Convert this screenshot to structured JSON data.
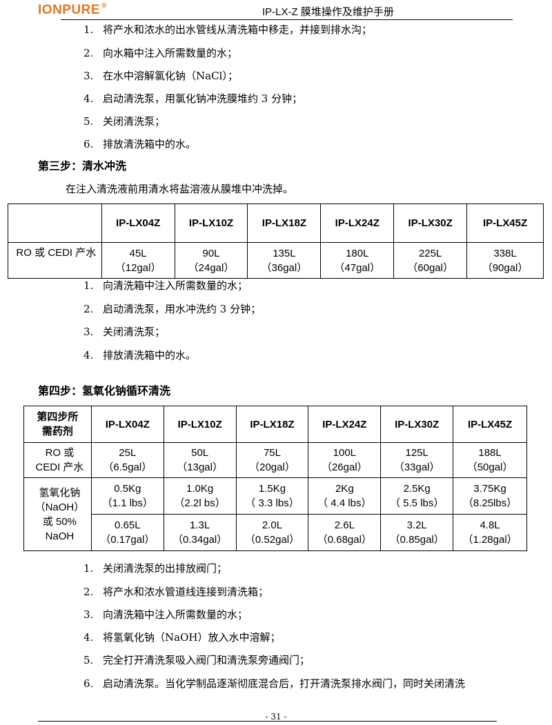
{
  "header": {
    "logo": "IONPURE",
    "logo_mark": "®",
    "title": "IP-LX-Z 膜堆操作及维护手册"
  },
  "steps_a": [
    {
      "num": "1.",
      "text": "将产水和浓水的出水管线从清洗箱中移走，并接到排水沟；"
    },
    {
      "num": "2.",
      "text": "向水箱中注入所需数量的水；"
    },
    {
      "num": "3.",
      "text": "在水中溶解氯化钠（NaCl）；"
    },
    {
      "num": "4.",
      "text": "启动清洗泵，用氯化钠冲洗膜堆约 3 分钟；"
    },
    {
      "num": "5.",
      "text": "关闭清洗泵；"
    },
    {
      "num": "6.",
      "text": "排放清洗箱中的水。"
    }
  ],
  "step3": {
    "title": "第三步：清水冲洗",
    "para": "在注入清洗液前用清水将盐溶液从膜堆中冲洗掉。"
  },
  "table1": {
    "headers": [
      "",
      "IP-LX04Z",
      "IP-LX10Z",
      "IP-LX18Z",
      "IP-LX24Z",
      "IP-LX30Z",
      "IP-LX45Z"
    ],
    "row_label": "RO 或 CEDI 产水",
    "cells": [
      [
        "45L",
        "（12gal）"
      ],
      [
        "90L",
        "（24gal）"
      ],
      [
        "135L",
        "（36gal）"
      ],
      [
        "180L",
        "（47gal）"
      ],
      [
        "225L",
        "（60gal）"
      ],
      [
        "338L",
        "（90gal）"
      ]
    ]
  },
  "steps_b": [
    {
      "num": "1.",
      "text": "向清洗箱中注入所需数量的水；"
    },
    {
      "num": "2.",
      "text": "启动清洗泵，用水冲洗约 3 分钟；"
    },
    {
      "num": "3.",
      "text": "关闭清洗泵；"
    },
    {
      "num": "4.",
      "text": "排放清洗箱中的水。"
    }
  ],
  "step4": {
    "title": "第四步：氢氧化钠循环清洗"
  },
  "table2": {
    "corner": [
      "第四步所",
      "需药剂"
    ],
    "headers": [
      "IP-LX04Z",
      "IP-LX10Z",
      "IP-LX18Z",
      "IP-LX24Z",
      "IP-LX30Z",
      "IP-LX45Z"
    ],
    "row1_label": [
      "RO 或",
      "CEDI 产水"
    ],
    "row1": [
      [
        "25L",
        "（6.5gal）"
      ],
      [
        "50L",
        "（13gal）"
      ],
      [
        "75L",
        "（20gal）"
      ],
      [
        "100L",
        "（26gal）"
      ],
      [
        "125L",
        "（33gal）"
      ],
      [
        "188L",
        "（50gal）"
      ]
    ],
    "row2_label": [
      "氢氧化钠",
      "（NaOH）",
      "或 50%",
      "NaOH"
    ],
    "row2a": [
      [
        "0.5Kg",
        "（1.1 lbs）"
      ],
      [
        "1.0Kg",
        "（2.2l bs）"
      ],
      [
        "1.5Kg",
        "（ 3.3 lbs）"
      ],
      [
        "2Kg",
        "（ 4.4 lbs）"
      ],
      [
        "2.5Kg",
        "（ 5.5 lbs）"
      ],
      [
        "3.75Kg",
        "（8.25lbs）"
      ]
    ],
    "row2b": [
      [
        "0.65L",
        "（0.17gal）"
      ],
      [
        "1.3L",
        "（0.34gal）"
      ],
      [
        "2.0L",
        "（0.52gal）"
      ],
      [
        "2.6L",
        "（0.68gal）"
      ],
      [
        "3.2L",
        "（0.85gal）"
      ],
      [
        "4.8L",
        "（1.28gal）"
      ]
    ]
  },
  "steps_c": [
    {
      "num": "1.",
      "text": "关闭清洗泵的出排放阀门；"
    },
    {
      "num": "2.",
      "text": "将产水和浓水管道线连接到清洗箱；"
    },
    {
      "num": "3.",
      "text": "向清洗箱中注入所需数量的水；"
    },
    {
      "num": "4.",
      "text": "将氢氧化钠（NaOH）放入水中溶解；"
    },
    {
      "num": "5.",
      "text": "完全打开清洗泵吸入阀门和清洗泵旁通阀门；"
    },
    {
      "num": "6.",
      "text": "启动清洗泵。当化学制品逐渐彻底混合后，打开清洗泵排水阀门，同时关闭清洗"
    }
  ],
  "footer": {
    "page": "- 31 -"
  }
}
